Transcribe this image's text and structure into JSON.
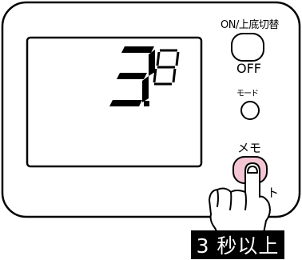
{
  "device": {
    "display": {
      "digit_large": "3",
      "digit_small": "8"
    },
    "buttons": {
      "on_off_top_label": "ON/上底切替",
      "on_off_bottom_label": "OFF",
      "mode_label": "モード",
      "memo_label": "メモ",
      "reset_label_partial": "ト"
    },
    "highlight_color": "#f4c6d4"
  },
  "instruction": {
    "hold_caption": "3 秒以上"
  }
}
